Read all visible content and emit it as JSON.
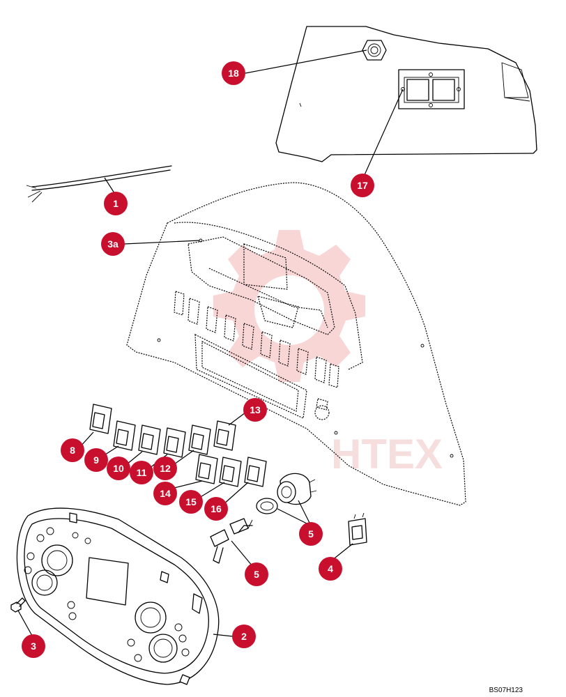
{
  "diagram": {
    "reference_code": "BS07H123",
    "watermark_text": "HTEX",
    "colors": {
      "callout": "#c8102e",
      "watermark": "#f3b7b7",
      "line": "#000000"
    },
    "callouts": [
      {
        "id": "c1",
        "label": "1"
      },
      {
        "id": "c2",
        "label": "2"
      },
      {
        "id": "c3",
        "label": "3"
      },
      {
        "id": "c3a",
        "label": "3a"
      },
      {
        "id": "c4",
        "label": "4"
      },
      {
        "id": "c5a",
        "label": "5"
      },
      {
        "id": "c5b",
        "label": "5"
      },
      {
        "id": "c8",
        "label": "8"
      },
      {
        "id": "c9",
        "label": "9"
      },
      {
        "id": "c10",
        "label": "10"
      },
      {
        "id": "c11",
        "label": "11"
      },
      {
        "id": "c12",
        "label": "12"
      },
      {
        "id": "c13",
        "label": "13"
      },
      {
        "id": "c14",
        "label": "14"
      },
      {
        "id": "c15",
        "label": "15"
      },
      {
        "id": "c16",
        "label": "16"
      },
      {
        "id": "c17",
        "label": "17"
      },
      {
        "id": "c18",
        "label": "18"
      }
    ]
  }
}
